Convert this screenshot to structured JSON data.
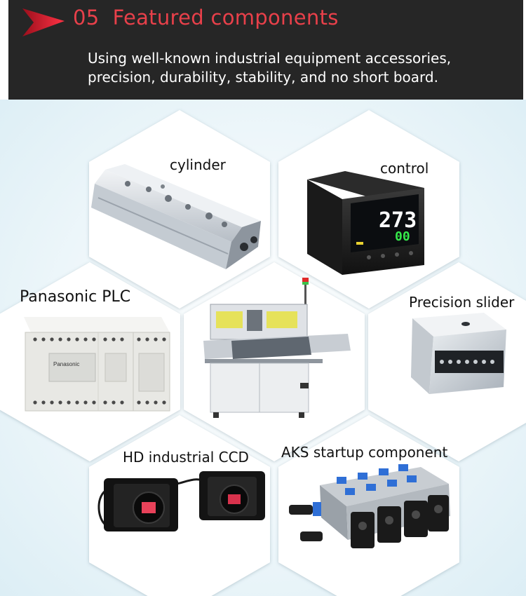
{
  "banner": {
    "number": "05",
    "title": "Featured components",
    "subtitle_line1": "Using well-known industrial equipment accessories,",
    "subtitle_line2": "precision, durability, stability, and no short board.",
    "accent_color": "#e8283a"
  },
  "components": [
    {
      "label": "cylinder"
    },
    {
      "label": "control"
    },
    {
      "label": "Panasonic PLC"
    },
    {
      "label": "Precision slider"
    },
    {
      "label": "HD industrial CCD"
    },
    {
      "label": "AKS startup component"
    }
  ],
  "controller_display": {
    "top": "273",
    "bottom": "00"
  },
  "plc_brand": "Panasonic"
}
